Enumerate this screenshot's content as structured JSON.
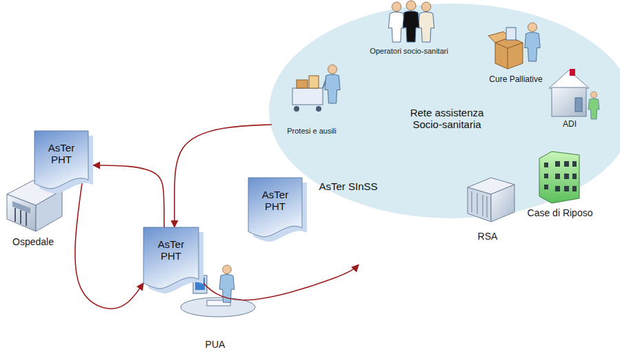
{
  "diagram": {
    "nodes": [
      {
        "text": [
          "Rete assistenza Socio-sanitaria"
        ]
      },
      {
        "text": [
          "AsTer SInSS"
        ]
      },
      {
        "text": [
          "AsTer PHT"
        ],
        "in": 1
      },
      {
        "text": [
          "AsTer PHT"
        ]
      },
      {
        "text": [
          "AsTer PHT"
        ]
      }
    ],
    "edges": [
      {
        "from": 3,
        "to": 4,
        "arrow": "to"
      },
      {
        "from": 4,
        "to": 3,
        "arrow": "to"
      },
      {
        "from": 0,
        "to": 4,
        "arrow": "to"
      },
      {
        "from": 4,
        "to": 1,
        "arrow": "to"
      }
    ],
    "labels": [
      "Operatori socio-sanitari",
      "Protesi e ausili",
      "Cure Palliative",
      "ADI",
      "Case di Riposo",
      "RSA",
      "Ospedale",
      "PUA"
    ]
  }
}
